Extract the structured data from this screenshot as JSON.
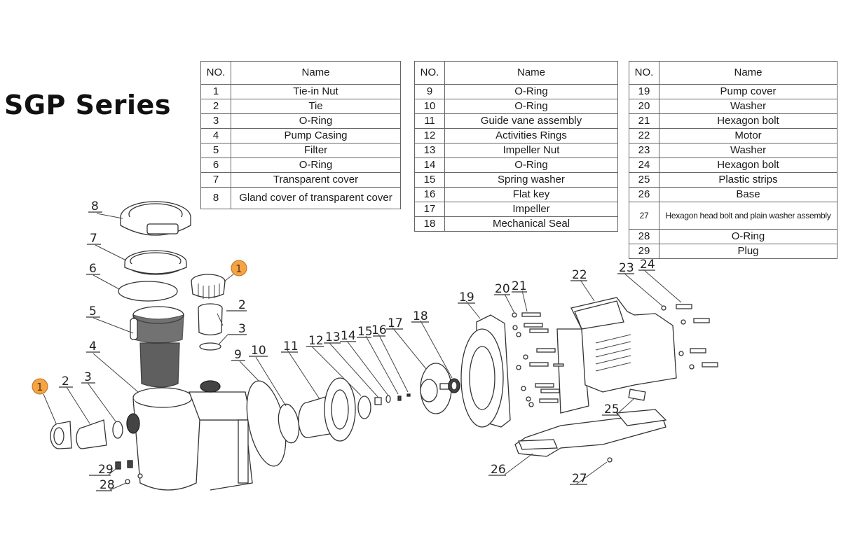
{
  "title": "SGP Series",
  "tables": [
    {
      "headers": {
        "no": "NO.",
        "name": "Name"
      },
      "rows": [
        {
          "no": "1",
          "name": "Tie-in Nut"
        },
        {
          "no": "2",
          "name": "Tie"
        },
        {
          "no": "3",
          "name": "O-Ring"
        },
        {
          "no": "4",
          "name": "Pump Casing"
        },
        {
          "no": "5",
          "name": "Filter"
        },
        {
          "no": "6",
          "name": "O-Ring"
        },
        {
          "no": "7",
          "name": "Transparent cover"
        },
        {
          "no": "8",
          "name": "Gland cover of transparent cover"
        }
      ]
    },
    {
      "headers": {
        "no": "NO.",
        "name": "Name"
      },
      "rows": [
        {
          "no": "9",
          "name": "O-Ring"
        },
        {
          "no": "10",
          "name": "O-Ring"
        },
        {
          "no": "11",
          "name": "Guide vane assembly"
        },
        {
          "no": "12",
          "name": "Activities Rings"
        },
        {
          "no": "13",
          "name": "Impeller Nut"
        },
        {
          "no": "14",
          "name": "O-Ring"
        },
        {
          "no": "15",
          "name": "Spring washer"
        },
        {
          "no": "16",
          "name": "Flat key"
        },
        {
          "no": "17",
          "name": "Impeller"
        },
        {
          "no": "18",
          "name": "Mechanical Seal"
        }
      ]
    },
    {
      "headers": {
        "no": "NO.",
        "name": "Name"
      },
      "rows": [
        {
          "no": "19",
          "name": "Pump cover"
        },
        {
          "no": "20",
          "name": "Washer"
        },
        {
          "no": "21",
          "name": "Hexagon bolt"
        },
        {
          "no": "22",
          "name": "Motor"
        },
        {
          "no": "23",
          "name": "Washer"
        },
        {
          "no": "24",
          "name": "Hexagon bolt"
        },
        {
          "no": "25",
          "name": "Plastic strips"
        },
        {
          "no": "26",
          "name": "Base"
        },
        {
          "no": "27",
          "name": "Hexagon head bolt and plain washer assembly"
        },
        {
          "no": "28",
          "name": "O-Ring"
        },
        {
          "no": "29",
          "name": "Plug"
        }
      ]
    }
  ],
  "callouts": {
    "c8": "8",
    "c7": "7",
    "c6": "6",
    "c5": "5",
    "c4": "4",
    "c2a": "2",
    "c3a": "3",
    "c2b": "2",
    "c3b": "3",
    "c9": "9",
    "c10": "10",
    "c11": "11",
    "c12": "12",
    "c13": "13",
    "c14": "14",
    "c15": "15",
    "c16": "16",
    "c17": "17",
    "c18": "18",
    "c19": "19",
    "c20": "20",
    "c21": "21",
    "c22": "22",
    "c23": "23",
    "c24": "24",
    "c25": "25",
    "c26": "26",
    "c27": "27",
    "c28": "28",
    "c29": "29"
  },
  "badges": {
    "b1a": "1",
    "b1b": "1"
  },
  "colors": {
    "badge": "#f5a345"
  }
}
